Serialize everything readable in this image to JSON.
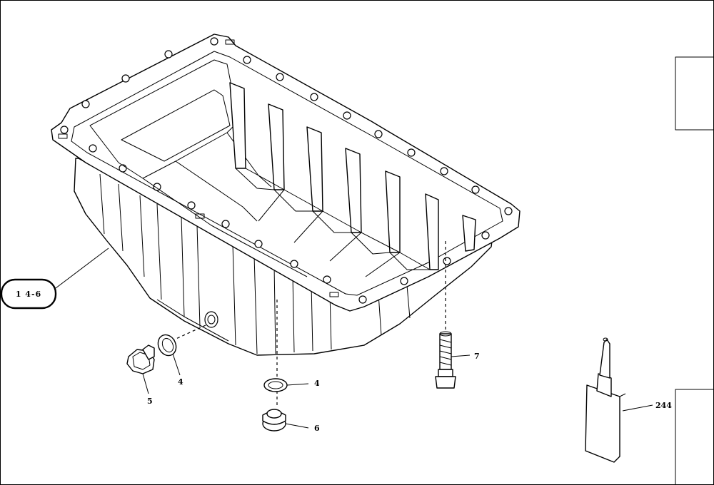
{
  "reference_label": "1 4-6",
  "callouts": {
    "seal_left": "4",
    "drain_plug_left": "5",
    "seal_right": "4",
    "drain_plug_bottom": "6",
    "bolt": "7",
    "sealant_tube": "244"
  }
}
